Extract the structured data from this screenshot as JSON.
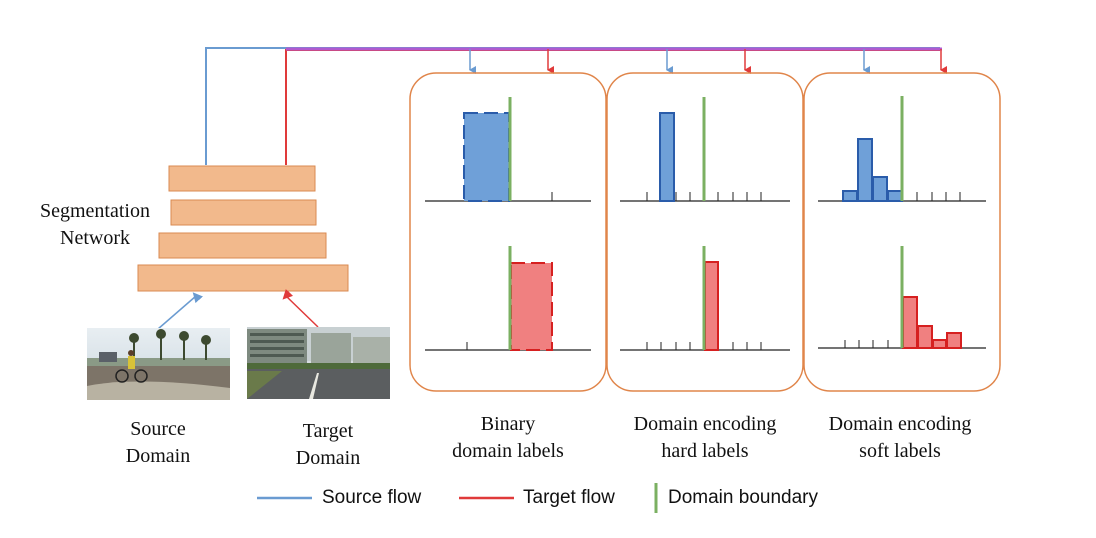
{
  "network_label": [
    "Segmentation",
    "Network"
  ],
  "source": {
    "label": [
      "Source",
      "Domain"
    ],
    "image": "street-scene-photo-cyclist"
  },
  "target": {
    "label": [
      "Target",
      "Domain"
    ],
    "image": "street-scene-photo-buildings"
  },
  "panels": [
    {
      "title": [
        "Binary",
        "domain labels"
      ]
    },
    {
      "title": [
        "Domain encoding",
        "hard labels"
      ]
    },
    {
      "title": [
        "Domain encoding",
        "soft labels"
      ]
    }
  ],
  "legend": [
    {
      "label": "Source flow",
      "color": "#6a9bd1"
    },
    {
      "label": "Target flow",
      "color": "#e03a3a"
    },
    {
      "label": "Domain boundary",
      "color": "#7bb062"
    }
  ],
  "colors": {
    "source": "#6a9bd1",
    "source_fill": "#6fa0d8",
    "source_stroke": "#2a5caa",
    "target": "#e03a3a",
    "target_fill": "#f08080",
    "target_stroke": "#d62020",
    "merged": "#b05ad0",
    "boundary": "#7bb062",
    "layer_fill": "#f2b98c",
    "layer_stroke": "#d98a52",
    "panel_border": "#e0854a"
  }
}
